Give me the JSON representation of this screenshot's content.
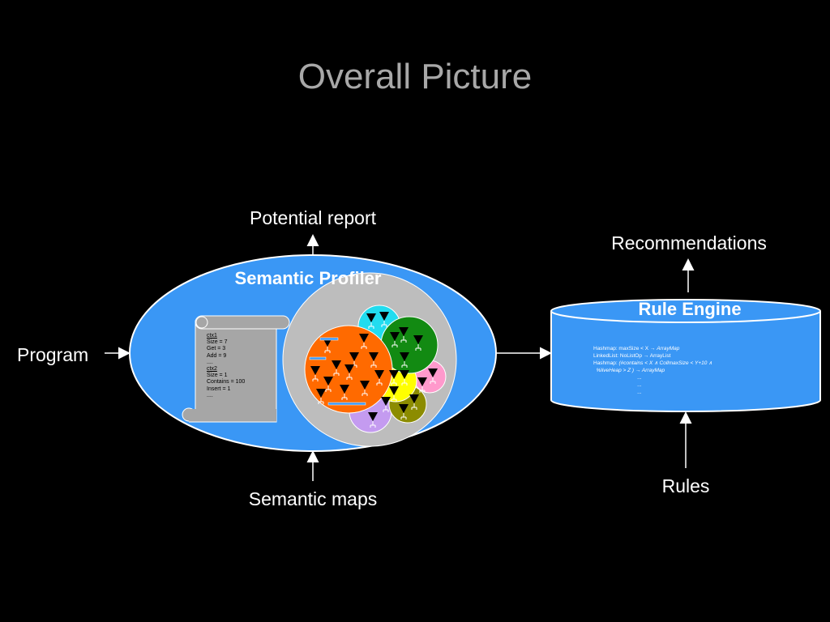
{
  "slide": {
    "title": "Overall Picture"
  },
  "labels": {
    "potential_report": "Potential report",
    "recommendations": "Recommendations",
    "program": "Program",
    "semantic_maps": "Semantic maps",
    "rules": "Rules"
  },
  "semantic_profiler": {
    "title": "Semantic Profiler",
    "context_lines": [
      "ctx1",
      "Size = 7",
      "Get = 3",
      "Add = 9",
      "....",
      "ctx2",
      "Size = 1",
      "Contains = 100",
      "Insert = 1",
      "...."
    ]
  },
  "rule_engine": {
    "title": "Rule Engine",
    "rule_lines": [
      {
        "prefix": "Hashmap: maxSize < X → ",
        "suffix": "ArrayMap"
      },
      {
        "prefix": "LinkedList: NoListOp → ArrayList",
        "suffix": ""
      },
      {
        "prefix": "Hashmap: ",
        "suffix": "(#contains < X ∧ CollmaxSize < Y+10 ∧"
      },
      {
        "prefix": "  ",
        "suffix": "%liveHeap > Z ) → ArrayMap"
      },
      {
        "prefix": "                              ...",
        "suffix": ""
      },
      {
        "prefix": "                              ...",
        "suffix": ""
      },
      {
        "prefix": "                              ...",
        "suffix": ""
      }
    ]
  },
  "colors": {
    "background": "#000000",
    "title": "#a8a8a8",
    "profiler_fill": "#3a97f5",
    "engine_fill": "#3a97f5",
    "scroll_fill": "#a6a6a6",
    "inner_circle": "#bdbdbd",
    "orange_cluster": "#ff6a00",
    "green_cluster": "#128a12",
    "cyan_cluster": "#22dcef",
    "yellow_cluster": "#ffff00",
    "pink_cluster": "#ff99cc",
    "olive_cluster": "#8c8c00",
    "violet_cluster": "#c49bf0"
  }
}
